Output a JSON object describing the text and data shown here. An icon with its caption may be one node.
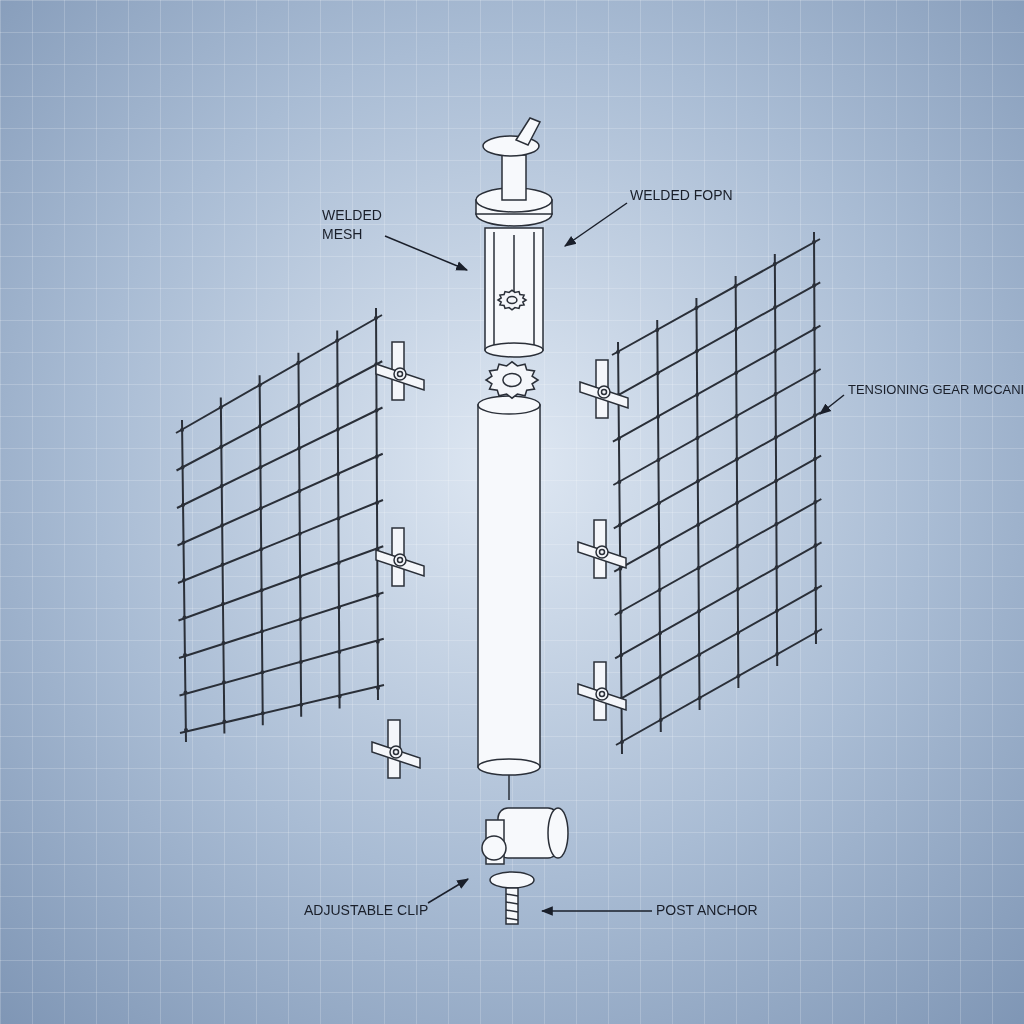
{
  "diagram": {
    "nodes": [
      {
        "text": [
          "WELDED MESH"
        ]
      },
      {
        "text": [
          "WELDED FOPN"
        ]
      },
      {
        "text": [
          "TENSIONING GEAR MCCANI"
        ]
      },
      {
        "text": [
          "ADJUSTABLE CLIP"
        ]
      },
      {
        "text": [
          "POST ANCHOR"
        ]
      },
      {
        "text": [],
        "shape": "picture"
      },
      {
        "text": [],
        "shape": "picture"
      },
      {
        "text": [],
        "shape": "picture"
      }
    ],
    "edges": [
      {
        "from": 0,
        "to": 5,
        "arrow": "to"
      },
      {
        "from": 1,
        "to": 5,
        "arrow": "to"
      },
      {
        "from": 2,
        "to": 6,
        "arrow": "to"
      },
      {
        "from": 3,
        "to": 7,
        "arrow": "to"
      },
      {
        "from": 4,
        "to": 7,
        "arrow": "to"
      }
    ]
  }
}
